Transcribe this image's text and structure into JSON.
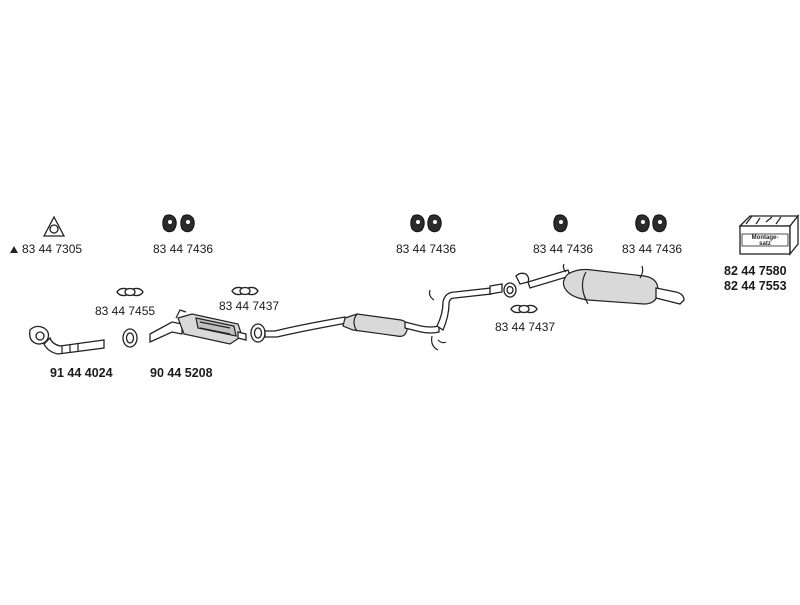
{
  "parts": {
    "gasket_triangle": "83 44 7305",
    "rubber_mount_1": "83 44 7436",
    "rubber_mount_2": "83 44 7436",
    "rubber_mount_3": "83 44 7436",
    "rubber_mount_4": "83 44 7436",
    "gasket_front": "83 44 7455",
    "gasket_mid": "83 44 7437",
    "gasket_rear": "83 44 7437",
    "front_pipe": "91 44 4024",
    "catalytic_converter": "90 44 5208",
    "mounting_kit_1": "82 44 7580",
    "mounting_kit_2": "82 44 7553"
  },
  "kit_box": {
    "line1": "Montage-",
    "line2": "satz"
  },
  "icons": {
    "triangle": "triangle-marker-icon",
    "mount": "rubber-mount-icon",
    "gasket": "flange-gasket-icon",
    "kit": "mounting-kit-box-icon"
  },
  "colors": {
    "ink": "#222222",
    "background": "#ffffff"
  }
}
